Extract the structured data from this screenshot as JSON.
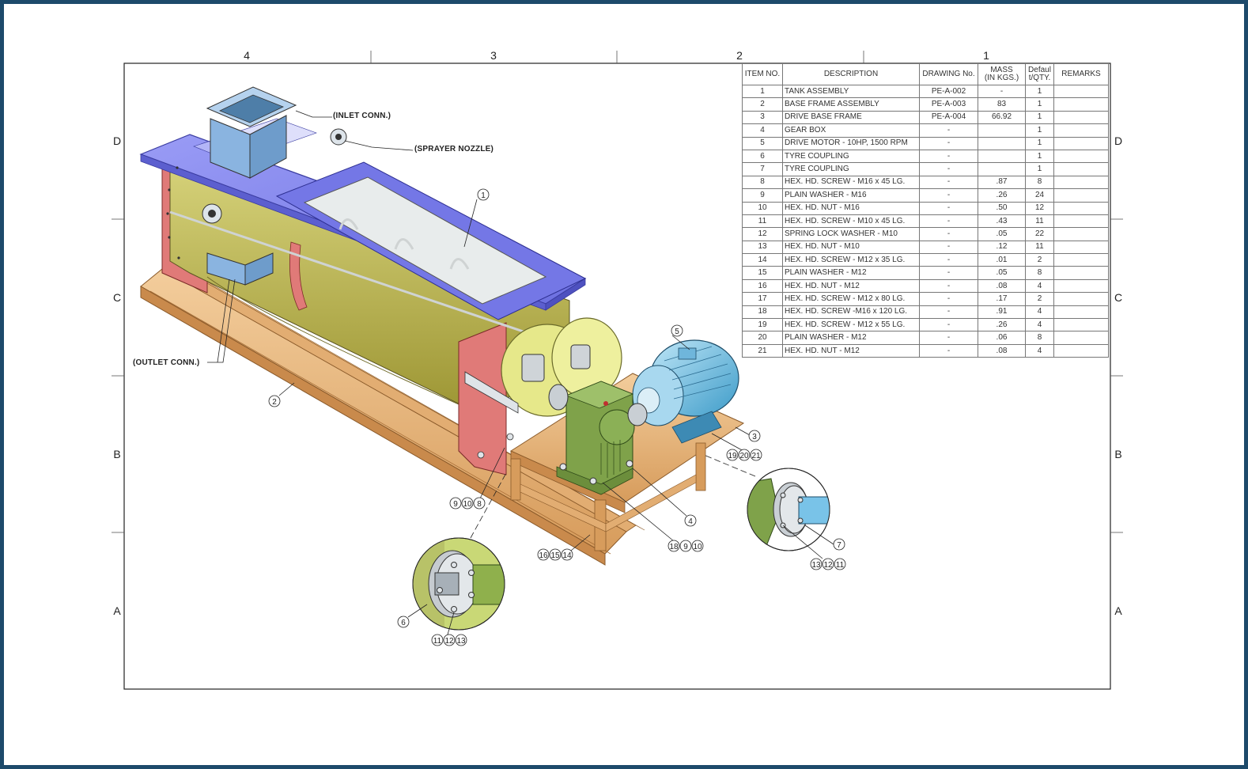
{
  "zones": {
    "columns": [
      "4",
      "3",
      "2",
      "1"
    ],
    "rows": [
      "D",
      "C",
      "B",
      "A"
    ]
  },
  "callouts": {
    "inlet": "(INLET CONN.)",
    "sprayer": "(SPRAYER NOZZLE)",
    "outlet": "(OUTLET CONN.)"
  },
  "balloons": {
    "b1": "1",
    "b2": "2",
    "b3": "3",
    "b4": "4",
    "b5": "5",
    "b6": "6",
    "b7": "7",
    "g1": [
      "9",
      "10",
      "8"
    ],
    "g2": [
      "16",
      "15",
      "14"
    ],
    "g3": [
      "18",
      "9",
      "10"
    ],
    "g4": [
      "19",
      "20",
      "21"
    ],
    "g5": [
      "13",
      "12",
      "11"
    ],
    "g6": [
      "11",
      "12",
      "13"
    ]
  },
  "bom": {
    "headers": [
      "ITEM NO.",
      "DESCRIPTION",
      "DRAWING No.",
      "MASS\n(IN KGS.)",
      "Defaul\nt/QTY.",
      "REMARKS"
    ],
    "rows": [
      [
        "1",
        "TANK ASSEMBLY",
        "PE-A-002",
        "-",
        "1",
        ""
      ],
      [
        "2",
        "BASE FRAME ASSEMBLY",
        "PE-A-003",
        "83",
        "1",
        ""
      ],
      [
        "3",
        "DRIVE BASE FRAME",
        "PE-A-004",
        "66.92",
        "1",
        ""
      ],
      [
        "4",
        "GEAR BOX",
        "-",
        "",
        "1",
        ""
      ],
      [
        "5",
        "DRIVE MOTOR - 10HP, 1500 RPM",
        "-",
        "",
        "1",
        ""
      ],
      [
        "6",
        "TYRE COUPLING",
        "-",
        "",
        "1",
        ""
      ],
      [
        "7",
        "TYRE COUPLING",
        "-",
        "",
        "1",
        ""
      ],
      [
        "8",
        "HEX. HD. SCREW - M16 x 45 LG.",
        "-",
        ".87",
        "8",
        ""
      ],
      [
        "9",
        "PLAIN WASHER - M16",
        "-",
        ".26",
        "24",
        ""
      ],
      [
        "10",
        "HEX. HD. NUT - M16",
        "-",
        ".50",
        "12",
        ""
      ],
      [
        "11",
        "HEX. HD. SCREW - M10 x 45 LG.",
        "-",
        ".43",
        "11",
        ""
      ],
      [
        "12",
        "SPRING LOCK WASHER - M10",
        "-",
        ".05",
        "22",
        ""
      ],
      [
        "13",
        "HEX. HD. NUT - M10",
        "-",
        ".12",
        "11",
        ""
      ],
      [
        "14",
        "HEX. HD. SCREW - M12 x 35 LG.",
        "-",
        ".01",
        "2",
        ""
      ],
      [
        "15",
        "PLAIN WASHER - M12",
        "-",
        ".05",
        "8",
        ""
      ],
      [
        "16",
        "HEX. HD. NUT - M12",
        "-",
        ".08",
        "4",
        ""
      ],
      [
        "17",
        "HEX. HD. SCREW - M12 x 80 LG.",
        "-",
        ".17",
        "2",
        ""
      ],
      [
        "18",
        "HEX. HD. SCREW -M16 x 120 LG.",
        "-",
        ".91",
        "4",
        ""
      ],
      [
        "19",
        "HEX. HD. SCREW - M12 x 55 LG.",
        "-",
        ".26",
        "4",
        ""
      ],
      [
        "20",
        "PLAIN WASHER - M12",
        "-",
        ".06",
        "8",
        ""
      ],
      [
        "21",
        "HEX. HD. NUT - M12",
        "-",
        ".08",
        "4",
        ""
      ]
    ]
  },
  "colors": {
    "frame_border": "#1d4a6b",
    "tank_cover": "#8a8cf0",
    "tank_body": "#b8b24a",
    "base_frame": "#e8b47c",
    "motor": "#79c3e8",
    "gearbox": "#7fa24a",
    "coupling_housing": "#e6e88a",
    "end_plate": "#e07a78",
    "inlet_duct": "#8ab4e0"
  }
}
